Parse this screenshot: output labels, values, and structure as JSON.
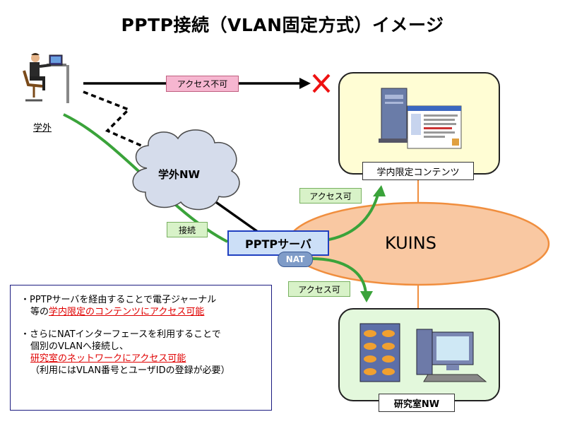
{
  "title": "PPTP接続（VLAN固定方式）イメージ",
  "nodes": {
    "user_label": "学外",
    "cloud_label": "学外NW",
    "pptp_server": "PPTPサーバ",
    "nat": "NAT",
    "kuins": "KUINS",
    "contents_label": "学内限定コンテンツ",
    "lab_label": "研究室NW"
  },
  "edges": {
    "denied": "アクセス不可",
    "connect": "接続",
    "access_contents": "アクセス可",
    "access_lab": "アクセス可"
  },
  "notes": {
    "note1_line1": "・PPTPサーバを経由することで電子ジャーナル",
    "note1_line2_prefix": "等の",
    "note1_line2_red": "学内限定のコンテンツにアクセス可能",
    "note2_line1": "・さらにNATインターフェースを利用することで",
    "note2_line2": "個別のVLANへ接続し、",
    "note2_line3_red": "研究室のネットワークにアクセス可能",
    "note2_line4": "（利用にはVLAN番号とユーザIDの登録が必要）"
  },
  "colors": {
    "green_line": "#3aa33a",
    "deny_mark": "#ee1111",
    "kuins_fill": "#f9c8a2",
    "kuins_stroke": "#f08e3e",
    "contents_fill": "#fffdd4",
    "lab_fill": "#e3f8dc",
    "pptp_fill": "#ccdff7",
    "note_red": "#e00000"
  }
}
